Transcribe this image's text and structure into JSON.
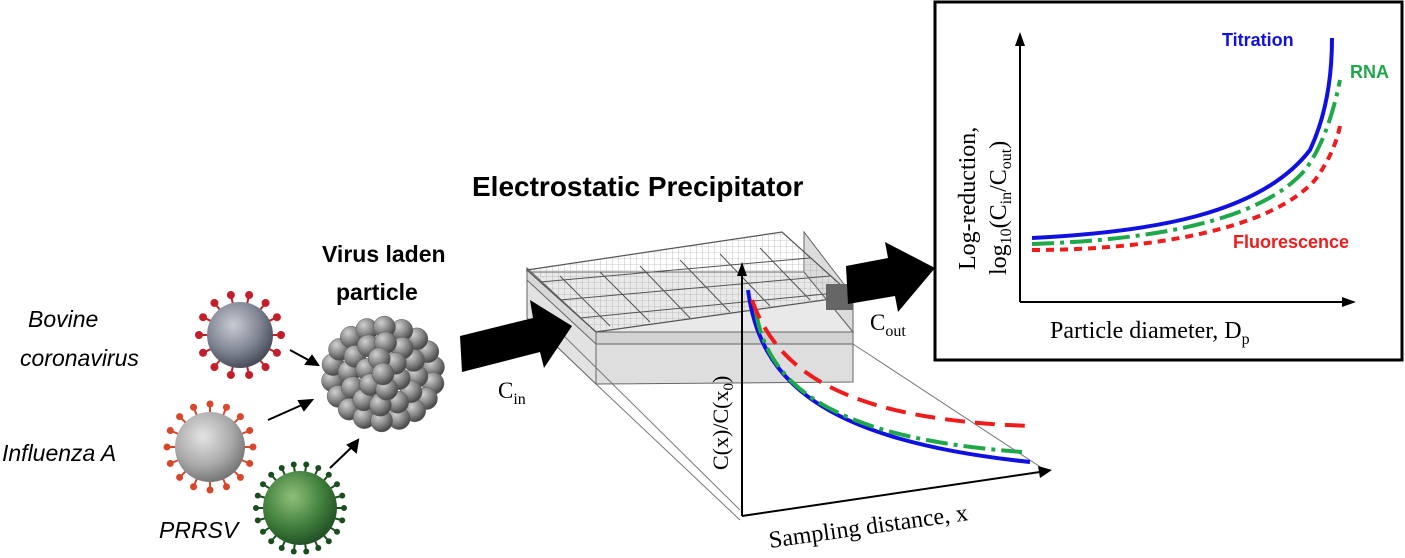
{
  "title": "Electrostatic Precipitator",
  "particle_label_line1": "Virus laden",
  "particle_label_line2": "particle",
  "viruses": {
    "bovine_line1": "Bovine",
    "bovine_line2": "coronavirus",
    "influenza": "Influenza A",
    "prrsv": "PRRSV"
  },
  "flow": {
    "c_in_main": "C",
    "c_in_sub": "in",
    "c_out_main": "C",
    "c_out_sub": "out"
  },
  "decay_plot": {
    "ylabel_a": "C(x)/C(x",
    "ylabel_sub": "0",
    "ylabel_b": ")",
    "xlabel": "Sampling distance, x"
  },
  "reduction_plot": {
    "ylabel_line1": "Log-reduction,",
    "ylabel_l2_a": "log",
    "ylabel_l2_sub1": "10",
    "ylabel_l2_b": "(C",
    "ylabel_l2_sub2": "in",
    "ylabel_l2_c": "/C",
    "ylabel_l2_sub3": "out",
    "ylabel_l2_d": ")",
    "xlabel_main": "Particle diameter, D",
    "xlabel_sub": "p",
    "series": [
      {
        "name": "Titration",
        "color": "#1010e0"
      },
      {
        "name": "RNA",
        "color": "#1fa84a"
      },
      {
        "name": "Fluorescence",
        "color": "#ee1c1c"
      }
    ]
  },
  "colors": {
    "titration": "#1010e0",
    "rna": "#1fa84a",
    "fluorescence": "#ee1c1c",
    "arrow": "#000000"
  }
}
